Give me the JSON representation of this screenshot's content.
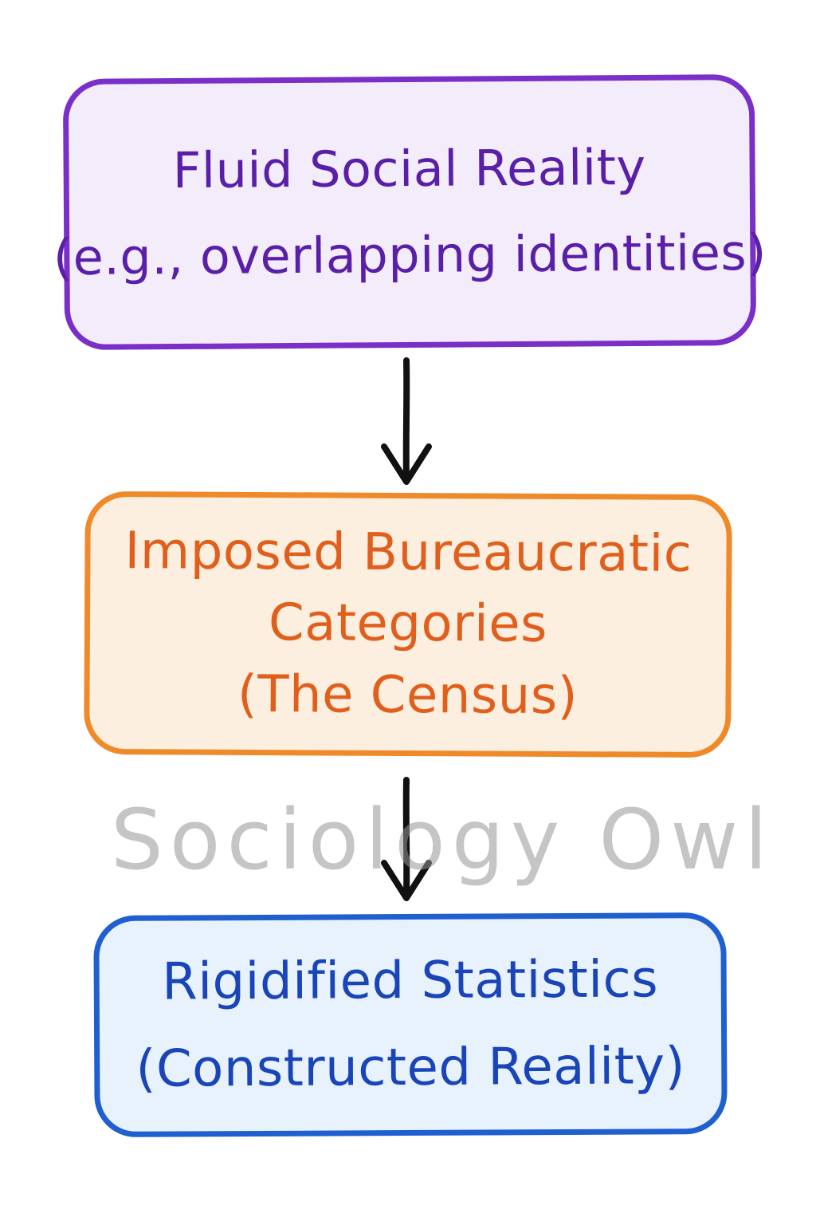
{
  "nodes": {
    "fluid": {
      "line1": "Fluid Social Reality",
      "line2": "(e.g., overlapping identities)"
    },
    "imposed": {
      "line1": "Imposed Bureaucratic",
      "line2": "Categories",
      "line3": "(The Census)"
    },
    "rigid": {
      "line1": "Rigidified Statistics",
      "line2": "(Constructed Reality)"
    }
  },
  "watermark": "Sociology Owl",
  "colors": {
    "fluid_border": "#7a2fc8",
    "fluid_fill": "#f3ecfb",
    "fluid_text": "#5a1fa8",
    "imposed_border": "#ef8a2a",
    "imposed_fill": "#fdefdf",
    "imposed_text": "#e15f1c",
    "rigid_border": "#1f5fd0",
    "rigid_fill": "#e8f2fc",
    "rigid_text": "#1a45b8",
    "arrow": "#111111"
  },
  "edges": [
    {
      "from": "fluid",
      "to": "imposed"
    },
    {
      "from": "imposed",
      "to": "rigid"
    }
  ]
}
